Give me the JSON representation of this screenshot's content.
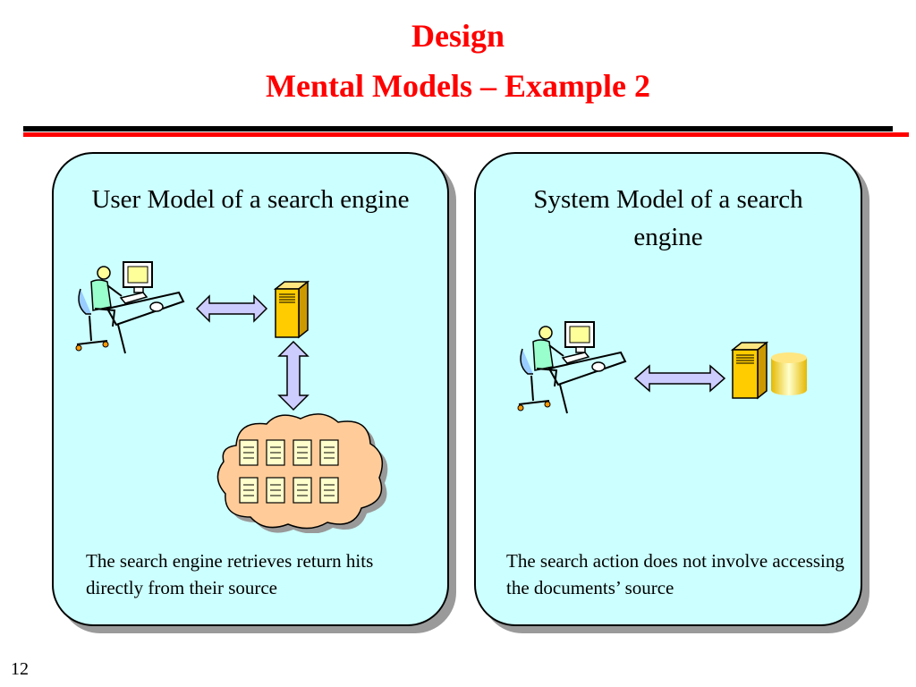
{
  "slide": {
    "title_line1": "Design",
    "title_line2": "Mental Models – Example 2",
    "page_number": "12"
  },
  "panels": [
    {
      "heading": "User Model of a search engine",
      "caption": "The search engine retrieves return hits directly from their source"
    },
    {
      "heading": "System Model of a search engine",
      "caption": "The search action does not involve accessing the documents’ source"
    }
  ],
  "colors": {
    "title": "#ff0000",
    "panel_fill": "#ccffff",
    "arrow_fill": "#ccccff",
    "server": "#ffcc00",
    "cloud": "#ffcc99",
    "shadow": "#9a9a9a"
  }
}
